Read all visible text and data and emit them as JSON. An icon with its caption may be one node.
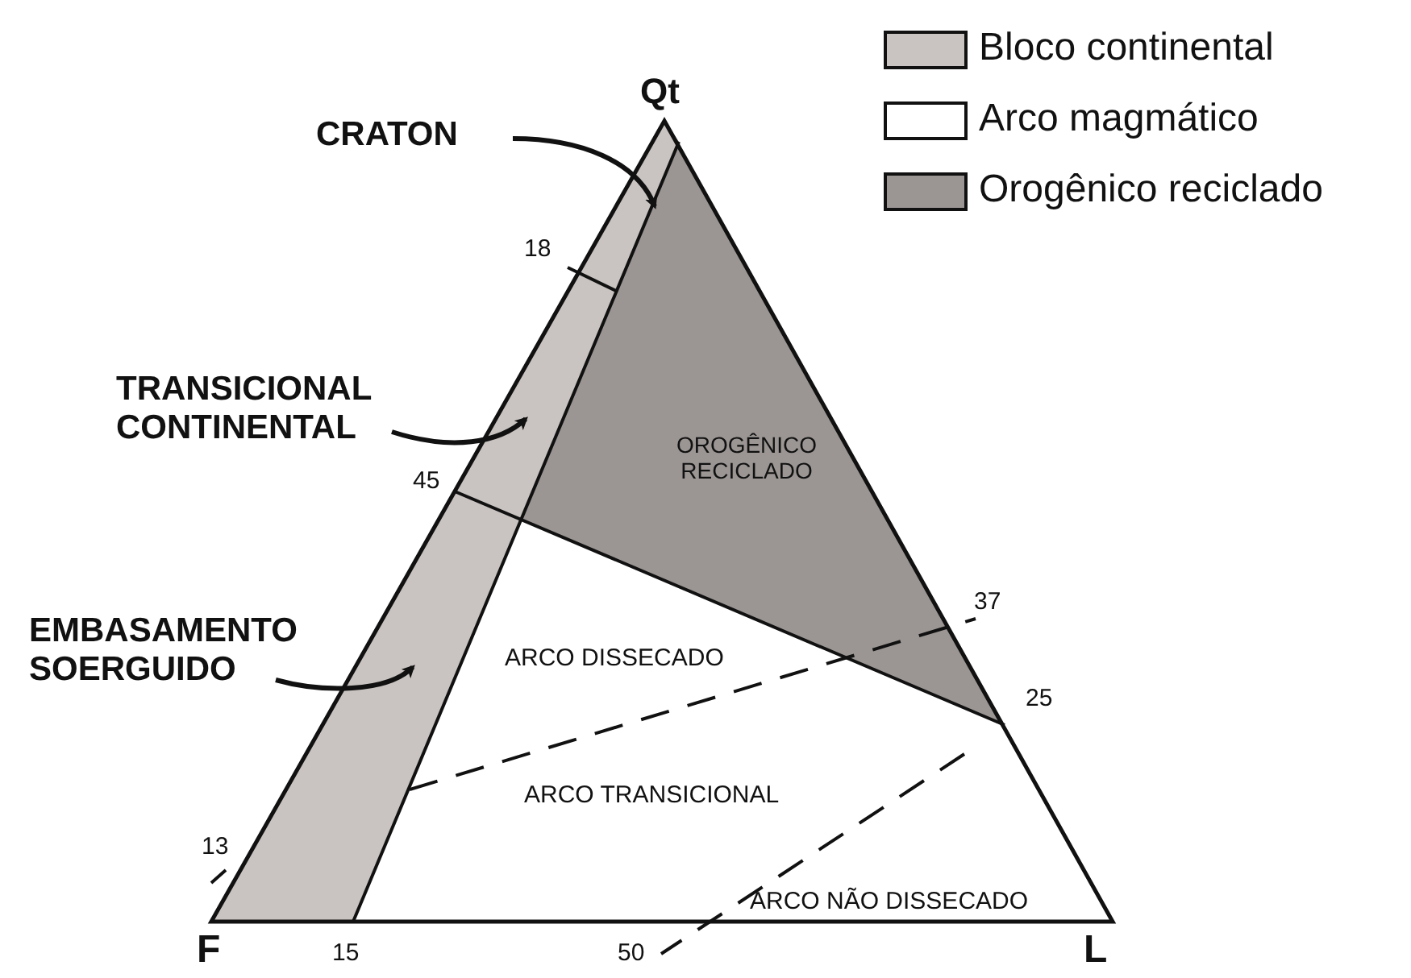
{
  "diagram": {
    "nodes": [
      {
        "text": [
          "CRATON"
        ]
      },
      {
        "text": [
          "TRANSICIONAL CONTINENTAL"
        ]
      },
      {
        "text": [
          "EMBASAMENTO SOERGUIDO"
        ]
      }
    ],
    "edges": [
      {
        "from": 0,
        "to": null,
        "arrow": "to"
      },
      {
        "from": 1,
        "to": null,
        "arrow": "to"
      },
      {
        "from": 2,
        "to": null,
        "arrow": "to"
      }
    ],
    "labels": [
      "Qt",
      "18",
      "45",
      "OROGÊNICO RECICLADO",
      "37",
      "ARCO DISSECADO",
      "25",
      "ARCO TRANSICIONAL",
      "13",
      "ARCO NÃO DISSECADO",
      "F",
      "15",
      "50",
      "L"
    ],
    "legend": [
      {
        "text": "Bloco continental",
        "color": "#c9c4c1"
      },
      {
        "text": "Arco magmático",
        "color": "#ffffff"
      },
      {
        "text": "Orogênico reciclado",
        "color": "#9b9694"
      }
    ]
  }
}
